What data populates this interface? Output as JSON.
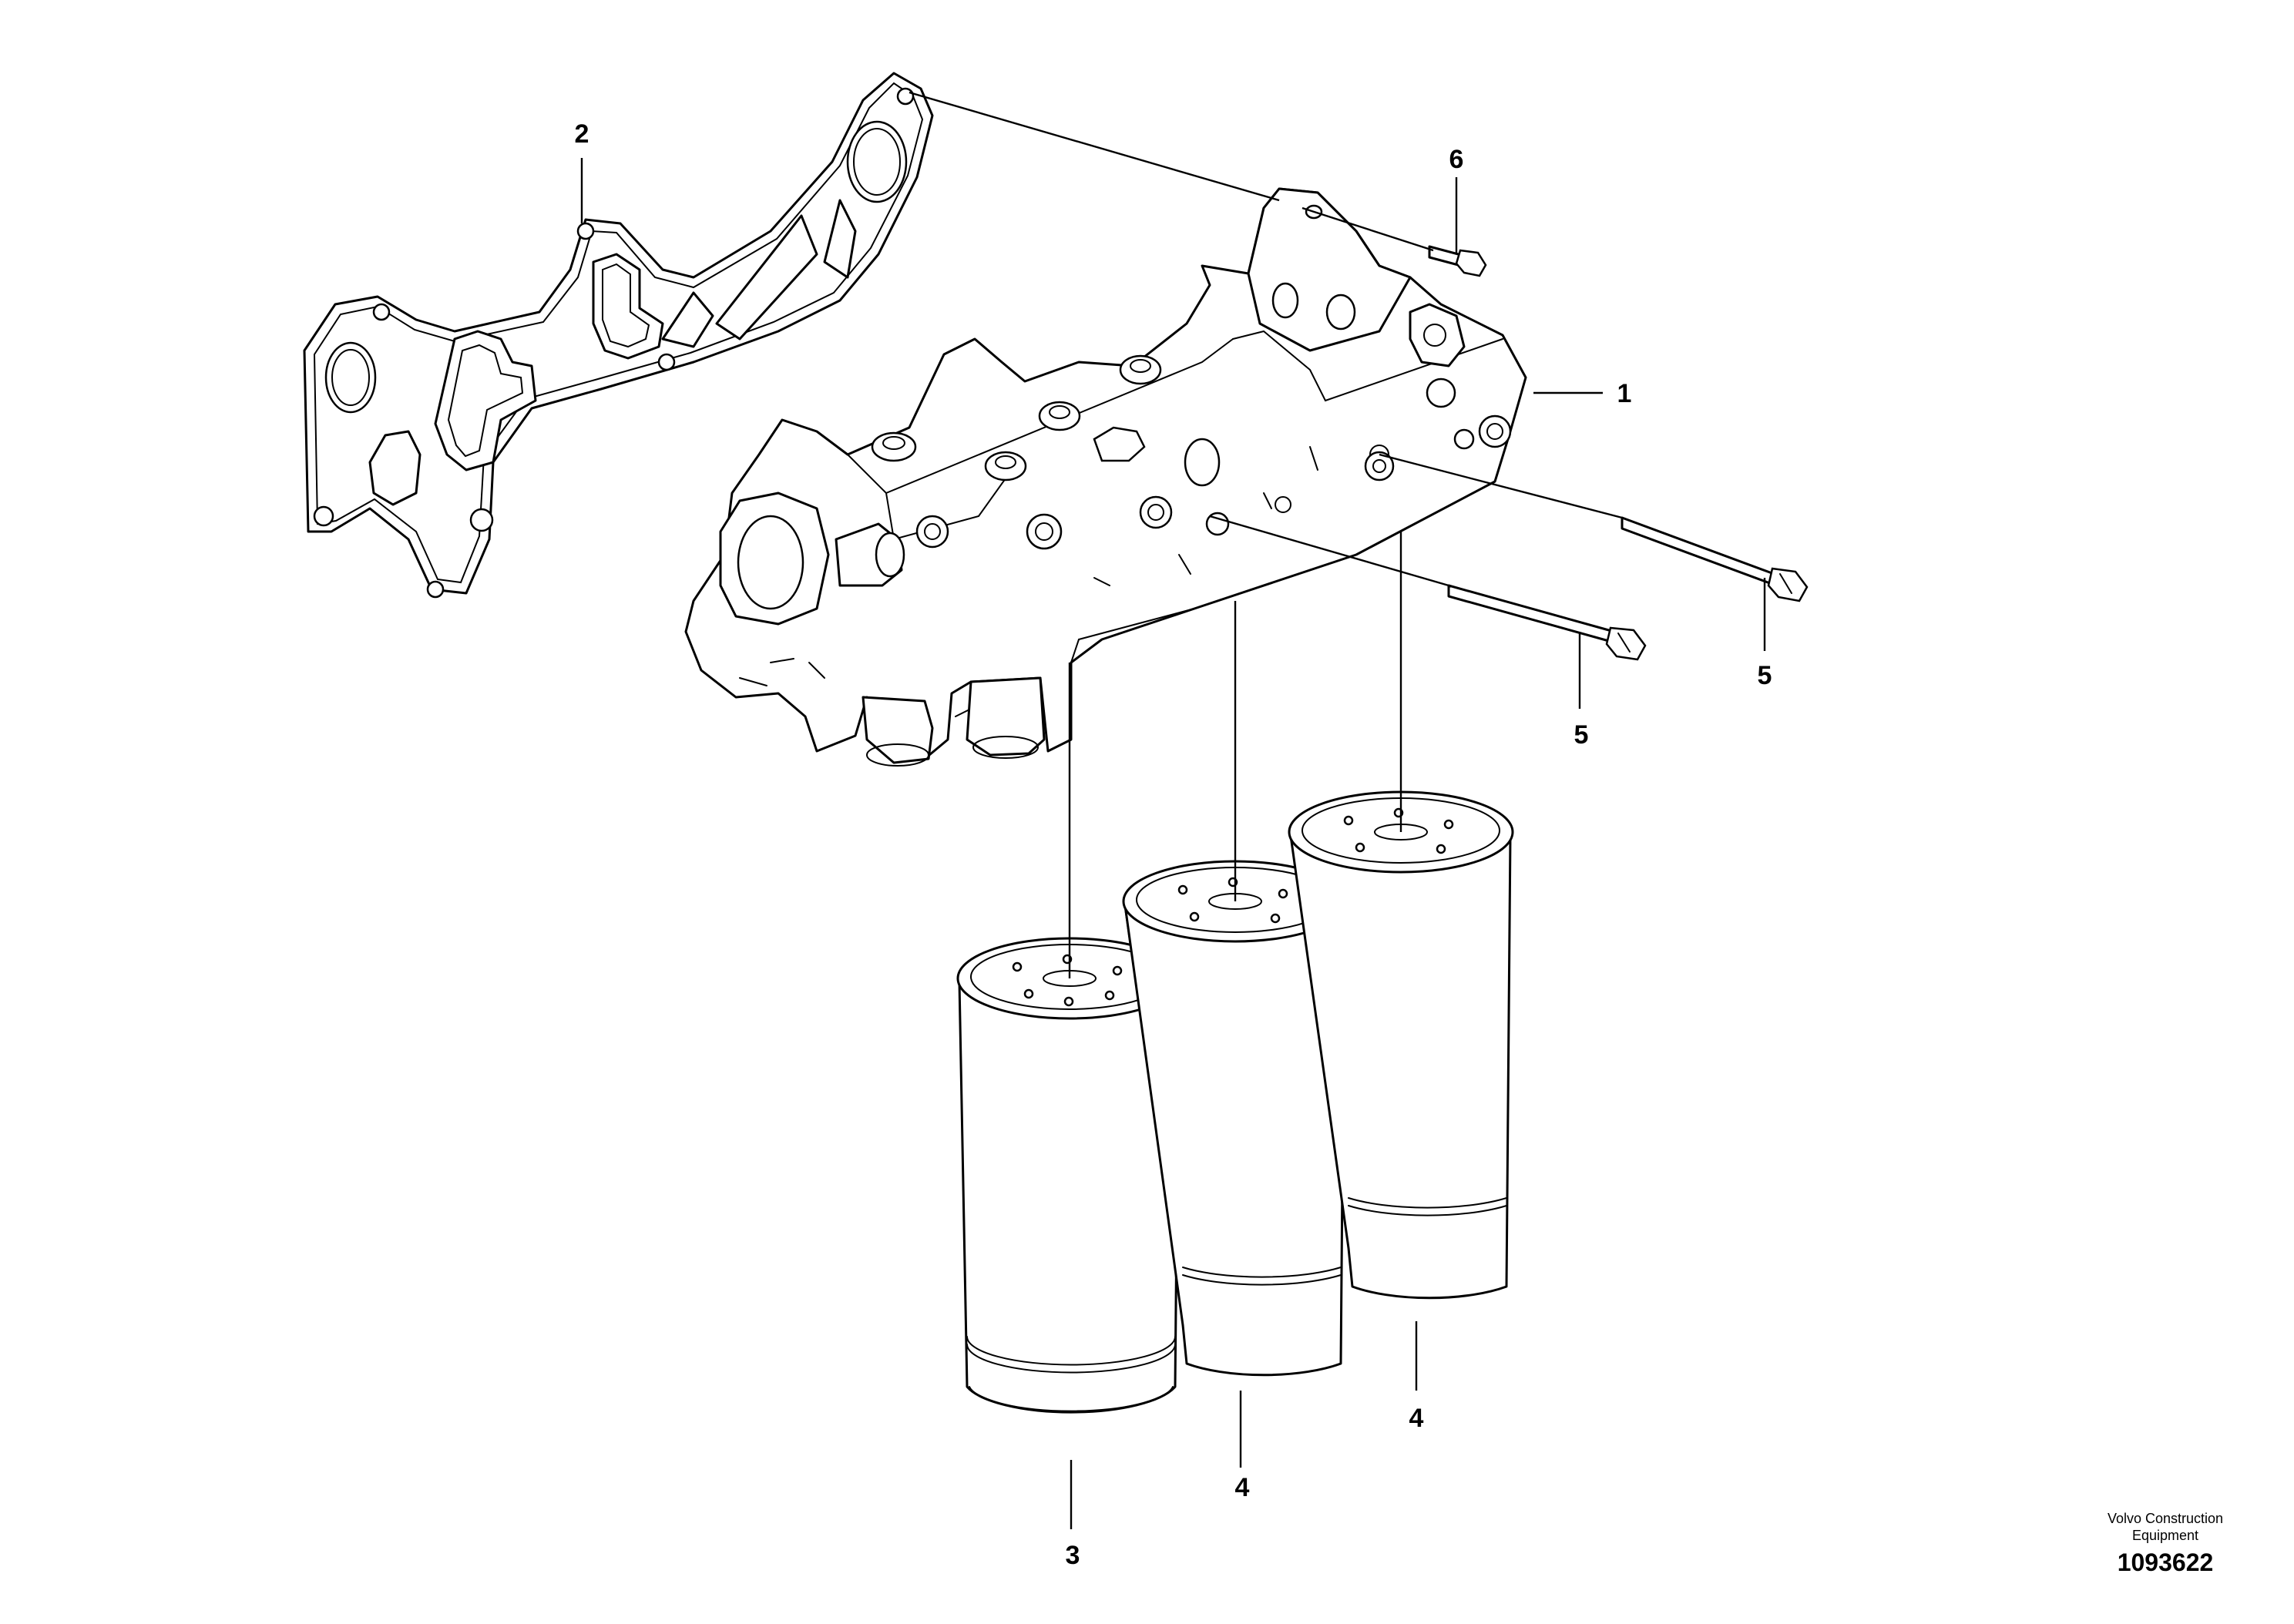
{
  "diagram": {
    "callouts": [
      {
        "id": "callout-1",
        "label": "1"
      },
      {
        "id": "callout-2",
        "label": "2"
      },
      {
        "id": "callout-3",
        "label": "3"
      },
      {
        "id": "callout-4a",
        "label": "4"
      },
      {
        "id": "callout-4b",
        "label": "4"
      },
      {
        "id": "callout-5a",
        "label": "5"
      },
      {
        "id": "callout-5b",
        "label": "5"
      },
      {
        "id": "callout-6",
        "label": "6"
      }
    ]
  },
  "footer": {
    "brand_line1": "Volvo Construction",
    "brand_line2": "Equipment",
    "doc_number": "1093622"
  }
}
